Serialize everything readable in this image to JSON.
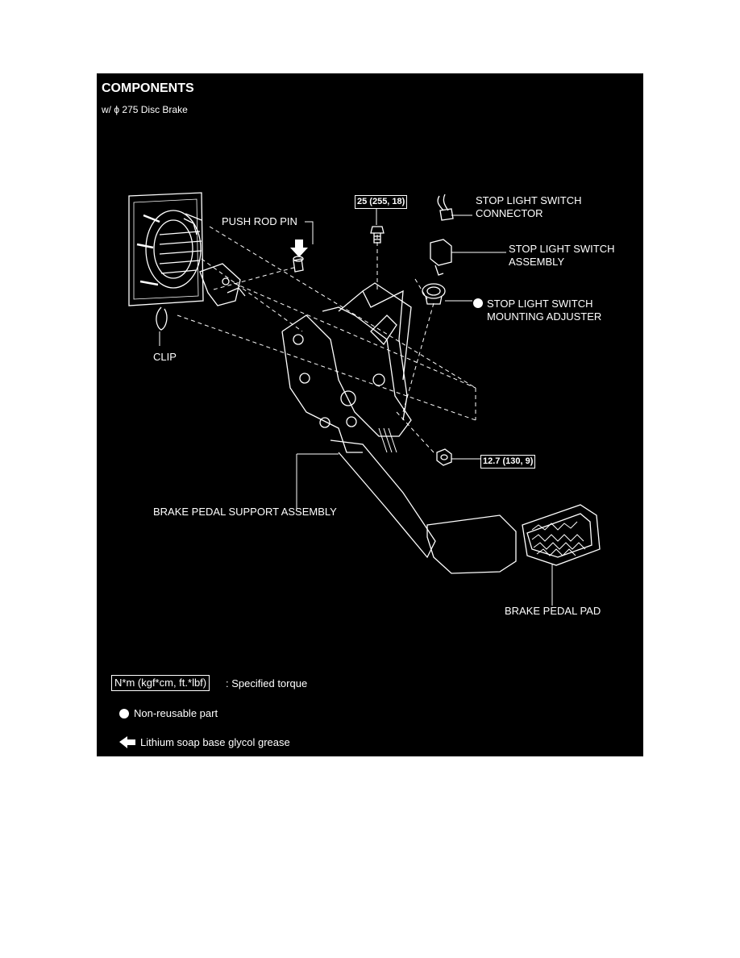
{
  "header": {
    "title": "COMPONENTS",
    "subtitle": "w/ ϕ 275 Disc Brake"
  },
  "labels": {
    "push_rod_pin": "PUSH ROD PIN",
    "clip": "CLIP",
    "stop_light_switch_connector": "STOP LIGHT SWITCH\nCONNECTOR",
    "stop_light_switch_assembly": "STOP LIGHT SWITCH\nASSEMBLY",
    "stop_light_switch_mounting_adjuster": "STOP LIGHT SWITCH\nMOUNTING ADJUSTER",
    "brake_pedal_support_assembly": "BRAKE PEDAL SUPPORT ASSEMBLY",
    "brake_pedal_pad": "BRAKE PEDAL PAD"
  },
  "torques": {
    "bolt": "25 (255, 18)",
    "nut": "12.7 (130, 9)"
  },
  "legend": {
    "torque_unit": "N*m (kgf*cm, ft.*lbf)",
    "torque_desc": ": Specified torque",
    "non_reusable": "Non-reusable part",
    "grease": "Lithium soap base glycol grease"
  },
  "colors": {
    "background": "#000000",
    "foreground": "#ffffff"
  }
}
